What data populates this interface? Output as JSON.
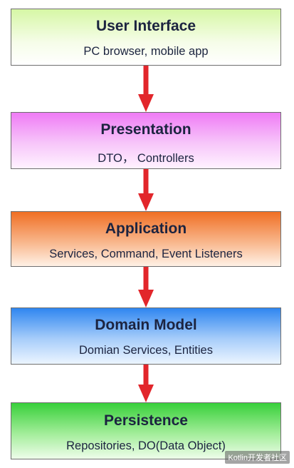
{
  "layers": [
    {
      "title": "User Interface",
      "subtitle": "PC browser, mobile app"
    },
    {
      "title": "Presentation",
      "subtitle": "DTO， Controllers"
    },
    {
      "title": "Application",
      "subtitle": "Services, Command, Event Listeners"
    },
    {
      "title": "Domain Model",
      "subtitle": "Domian Services, Entities"
    },
    {
      "title": "Persistence",
      "subtitle": "Repositories, DO(Data Object)"
    }
  ],
  "watermark": "Kotlin开发者社区",
  "colors": {
    "arrow": "#e2262b",
    "user_interface": "#d6f7a5",
    "presentation": "#ef7bf5",
    "application": "#f06f24",
    "domain_model": "#2f86f0",
    "persistence": "#38d03a"
  }
}
